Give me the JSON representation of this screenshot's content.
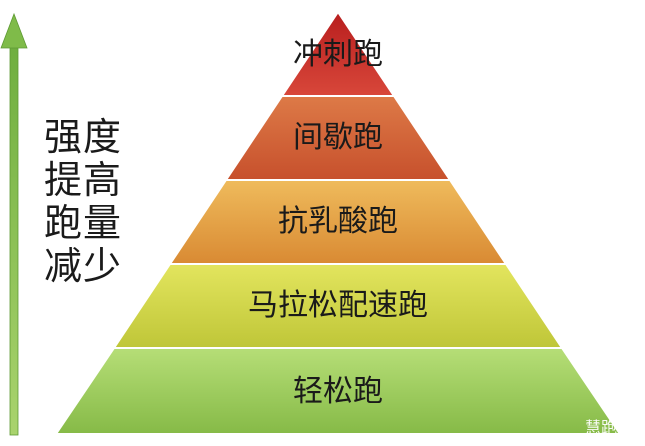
{
  "side_text": {
    "line1": "强度",
    "line2": "提高",
    "line3": "跑量",
    "line4": "减少"
  },
  "tiers": [
    {
      "label": "冲刺跑",
      "color_top": "#c62a2a",
      "color_bottom": "#d64436"
    },
    {
      "label": "间歇跑",
      "color_top": "#d36a3a",
      "color_bottom": "#c9552e"
    },
    {
      "label": "抗乳酸跑",
      "color_top": "#e7a84a",
      "color_bottom": "#d98c35"
    },
    {
      "label": "马拉松配速跑",
      "color_top": "#d9dd50",
      "color_bottom": "#c6cb3d"
    },
    {
      "label": "轻松跑",
      "color_top": "#a9d66a",
      "color_bottom": "#8ec04f"
    }
  ],
  "watermark": "慧跑",
  "arrow_color": "#8cc152"
}
